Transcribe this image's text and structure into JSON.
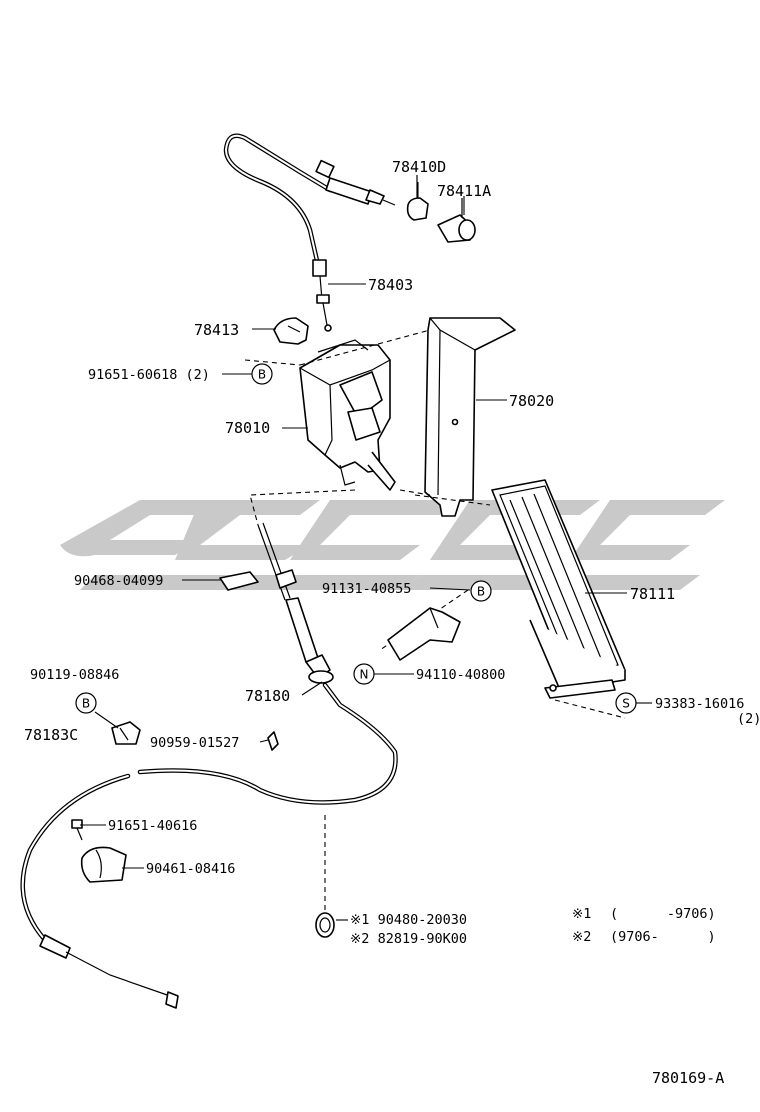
{
  "parts": {
    "p78410D": "78410D",
    "p78411A": "78411A",
    "p78403": "78403",
    "p78413": "78413",
    "p91651_60618": "91651-60618 (2)",
    "p78010": "78010",
    "p78020": "78020",
    "p90468": "90468-04099",
    "p91131": "91131-40855",
    "p78111": "78111",
    "p90119": "90119-08846",
    "p78180": "78180",
    "p94110": "94110-40800",
    "p93383": "93383-16016",
    "p93383_qty": "(2)",
    "p78183C": "78183C",
    "p90959": "90959-01527",
    "p91651_40616": "91651-40616",
    "p90461": "90461-08416",
    "p90480": "※1 90480-20030",
    "p82819": "※2 82819-90K00"
  },
  "callouts": {
    "b1": "B",
    "b2": "B",
    "b3": "B",
    "n1": "N",
    "s1": "S"
  },
  "notes": {
    "note1_mark": "※1",
    "note1_range": "(      -9706)",
    "note2_mark": "※2",
    "note2_range": "(9706-      )"
  },
  "footer": {
    "diagram_id": "780169-A"
  },
  "colors": {
    "line": "#000000",
    "background": "#ffffff",
    "watermark": "#c9c9c9"
  }
}
